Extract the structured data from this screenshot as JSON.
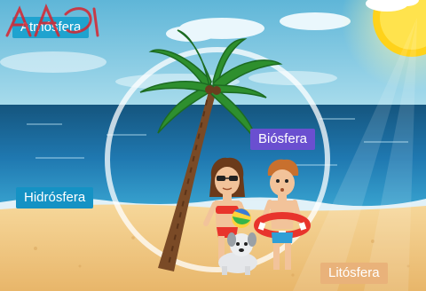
{
  "labels": {
    "atmosfera": "Atmósfera",
    "hidrosfera": "Hidrósfera",
    "biosfera": "Biósfera",
    "litosfera": "Litósfera"
  },
  "colors": {
    "atmosfera_tag": "#1fa3cf",
    "hidrosfera_tag": "#1592c4",
    "biosfera_tag": "#6a4fd0",
    "litosfera_tag": "#e9b27a",
    "sky": "#7fcbe3",
    "sea": "#1c6fa8",
    "sand": "#f0c27a"
  }
}
